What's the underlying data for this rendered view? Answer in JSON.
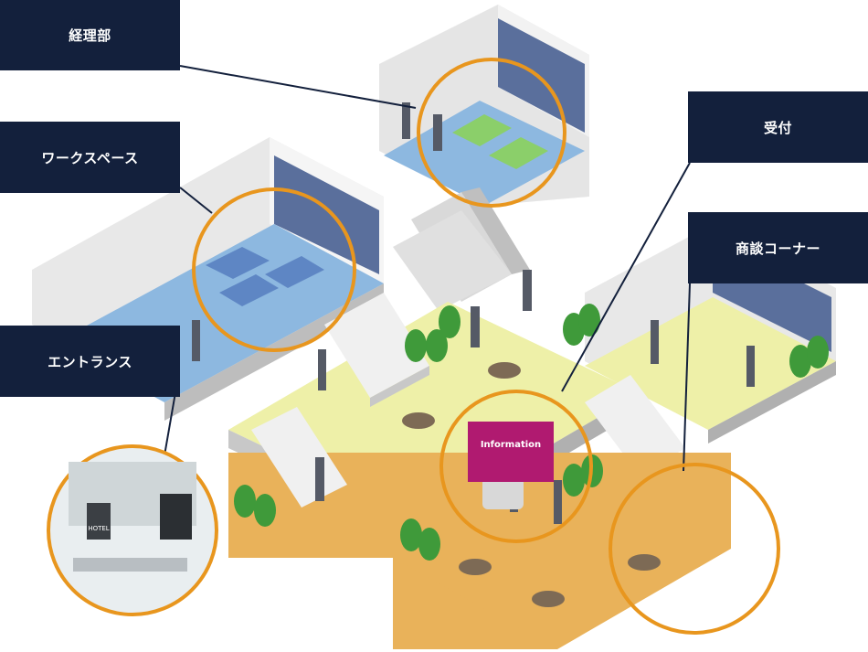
{
  "labels": {
    "keiri": "経理部",
    "workspace": "ワークスペース",
    "entrance": "エントランス",
    "uketsuke": "受付",
    "shodan": "商談コーナー"
  },
  "signage": {
    "information": "Information",
    "hotel_logo": "HOTEL"
  },
  "colors": {
    "label_bg": "#13203c",
    "callout_ring": "#e8961e",
    "floor_blue": "#8db8e0",
    "floor_yellow": "#eef0a8",
    "floor_orange": "#e9b25a",
    "info_sign": "#b01a70",
    "plant_green": "#3f9a3a"
  }
}
